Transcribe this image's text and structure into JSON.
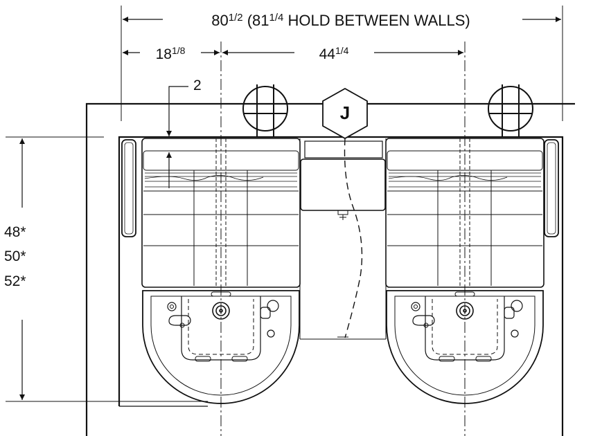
{
  "dimensions": {
    "overall_main": "80",
    "overall_frac": "1/2",
    "overall_hold_main": " (81",
    "overall_hold_frac": "1/4",
    "overall_hold_text": " HOLD BETWEEN WALLS)",
    "left_offset_main": "18",
    "left_offset_frac": "1/8",
    "center_spacing_main": "44",
    "center_spacing_frac": "1/4",
    "ledge": "2",
    "depth_1": "48*",
    "depth_2": "50*",
    "depth_3": "52*"
  },
  "junction_box": {
    "label": "J"
  },
  "colors": {
    "line": "#111111",
    "background": "#ffffff"
  }
}
